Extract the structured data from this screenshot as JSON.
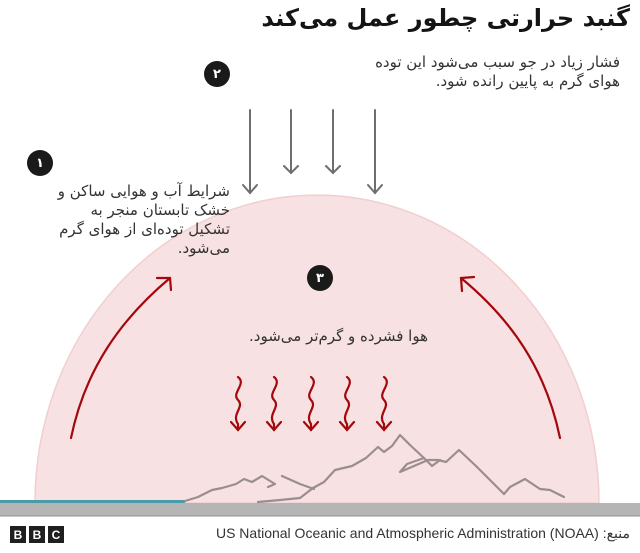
{
  "title": "گنبد حرارتی چطور عمل می‌کند",
  "steps": [
    {
      "number": "۱",
      "text_lines": [
        "شرایط آب و هوایی ساکن و",
        "خشک تابستان منجر به",
        "تشکیل توده‌ای از هوای گرم",
        "می‌شود."
      ]
    },
    {
      "number": "۲",
      "text_lines": [
        "فشار زیاد در جو سبب می‌شود این توده",
        "هوای گرم به پایین رانده شود."
      ]
    },
    {
      "number": "۳",
      "text_lines": [
        "هوا فشرده و گرم‌تر می‌شود."
      ]
    }
  ],
  "footer": {
    "logo_letters": [
      "B",
      "B",
      "C"
    ],
    "source_label": "منبع:",
    "source_text": "US National Oceanic and Atmospheric Administration (NOAA)"
  },
  "colors": {
    "dome_fill": "#f8e1e2",
    "dome_edge": "#f1cfd0",
    "arrow_red": "#a3080c",
    "pressure_arrow_gray": "#6e6e6e",
    "mountain_gray": "#9a8d8f",
    "ground_gray": "#b5b5b5",
    "water_teal": "#4a9aa8",
    "badge_black": "#1a1a1a"
  }
}
